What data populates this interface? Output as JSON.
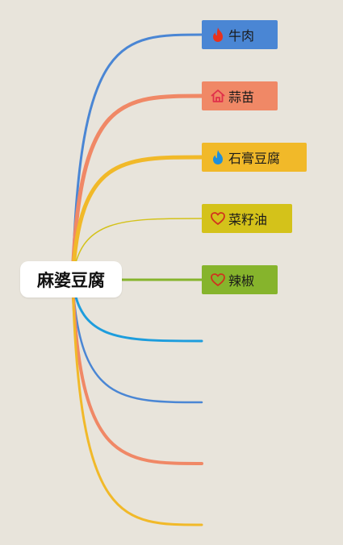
{
  "root": {
    "label": "麻婆豆腐"
  },
  "branches": [
    {
      "id": "beef",
      "label": "牛肉",
      "icon": "fire-icon",
      "color": "#4a86d4",
      "line": "#4a86d4"
    },
    {
      "id": "garlic",
      "label": "蒜苗",
      "icon": "home-icon",
      "color": "#f08866",
      "line": "#f08866"
    },
    {
      "id": "tofu",
      "label": "石膏豆腐",
      "icon": "drop-icon",
      "color": "#f1b929",
      "line": "#f1b929"
    },
    {
      "id": "oil",
      "label": "菜籽油",
      "icon": "heart-icon",
      "color": "#d4c21a",
      "line": "#d4c21a"
    },
    {
      "id": "pepper",
      "label": "辣椒",
      "icon": "heart-icon",
      "color": "#86b42c",
      "line": "#86b42c"
    },
    {
      "id": "empty-1",
      "label": "",
      "icon": "",
      "color": "",
      "line": "#1d9ddd"
    },
    {
      "id": "empty-2",
      "label": "",
      "icon": "",
      "color": "",
      "line": "#4a86d4"
    },
    {
      "id": "empty-3",
      "label": "",
      "icon": "",
      "color": "",
      "line": "#f08866"
    },
    {
      "id": "empty-4",
      "label": "",
      "icon": "",
      "color": "",
      "line": "#f1b929"
    }
  ],
  "icon_colors": {
    "fire-icon": "#e8321d",
    "home-icon": "#e0304a",
    "drop-icon": "#1e8fdc",
    "heart-icon": "#d0331d"
  }
}
